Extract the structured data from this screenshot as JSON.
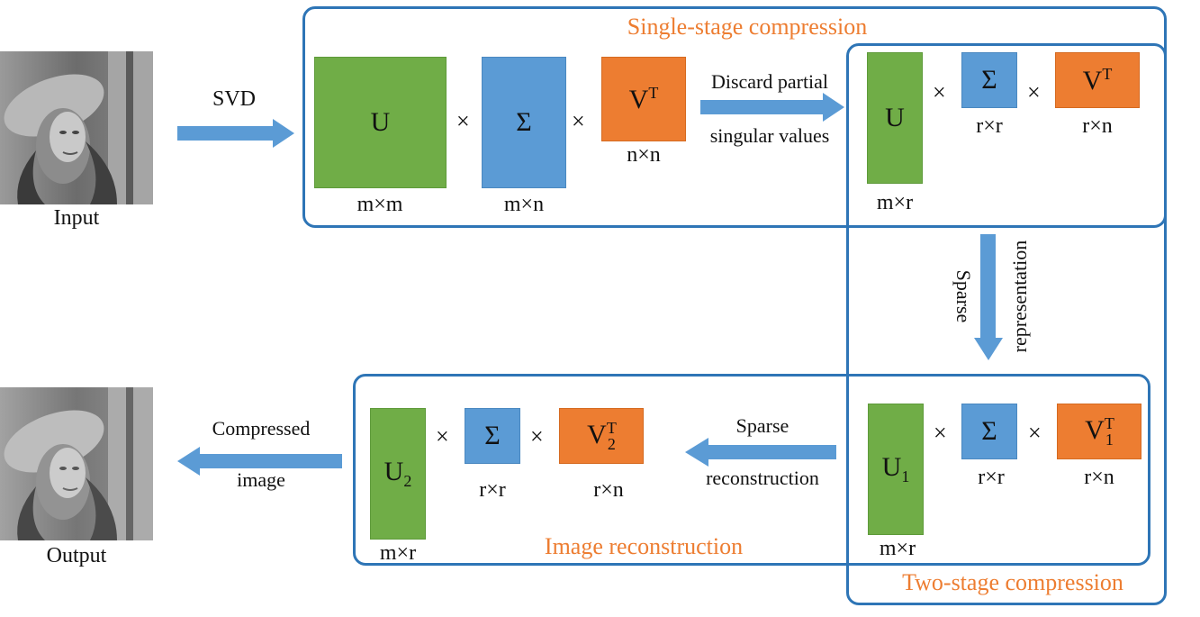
{
  "input_label": "Input",
  "output_label": "Output",
  "svd_label": "SVD",
  "single_stage_title": "Single-stage compression",
  "two_stage_title": "Two-stage compression",
  "image_recon_title": "Image reconstruction",
  "discard_label_1": "Discard partial",
  "discard_label_2": "singular values",
  "sparse_rep_1": "Sparse",
  "sparse_rep_2": "representation",
  "sparse_recon_1": "Sparse",
  "sparse_recon_2": "reconstruction",
  "compressed_1": "Compressed",
  "compressed_2": "image",
  "times": "×",
  "stage1": {
    "U": "U",
    "S": "Σ",
    "V": "V",
    "T": "T",
    "dim_U": "m×m",
    "dim_S": "m×n",
    "dim_V": "n×n"
  },
  "stage2": {
    "U": "U",
    "S": "Σ",
    "V": "V",
    "T": "T",
    "dim_U": "m×r",
    "dim_S": "r×r",
    "dim_V": "r×n"
  },
  "stage3": {
    "U": "U",
    "U_sub": "1",
    "S": "Σ",
    "V": "V",
    "V_sub": "1",
    "T": "T",
    "dim_U": "m×r",
    "dim_S": "r×r",
    "dim_V": "r×n"
  },
  "stage4": {
    "U": "U",
    "U_sub": "2",
    "S": "Σ",
    "V": "V",
    "V_sub": "2",
    "T": "T",
    "dim_U": "m×r",
    "dim_S": "r×r",
    "dim_V": "r×n"
  },
  "colors": {
    "green": "#70AD47",
    "blue": "#5B9BD5",
    "orange": "#ED7D31",
    "frame": "#2E75B6",
    "arrow": "#5B9BD5"
  }
}
